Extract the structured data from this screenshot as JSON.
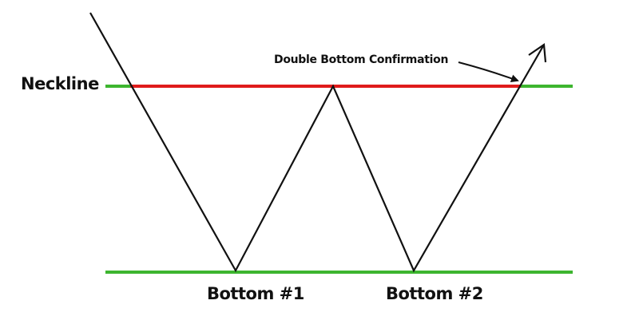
{
  "labels": {
    "neckline": "Neckline",
    "confirmation": "Double Bottom Confirmation",
    "bottom1": "Bottom #1",
    "bottom2": "Bottom #2"
  },
  "colors": {
    "support_line": "#3db52f",
    "neckline_segment": "#e01b1b",
    "price_path": "#111111",
    "text": "#111111",
    "background": "#ffffff"
  },
  "icons": {
    "arrowhead": "arrowhead-icon"
  }
}
